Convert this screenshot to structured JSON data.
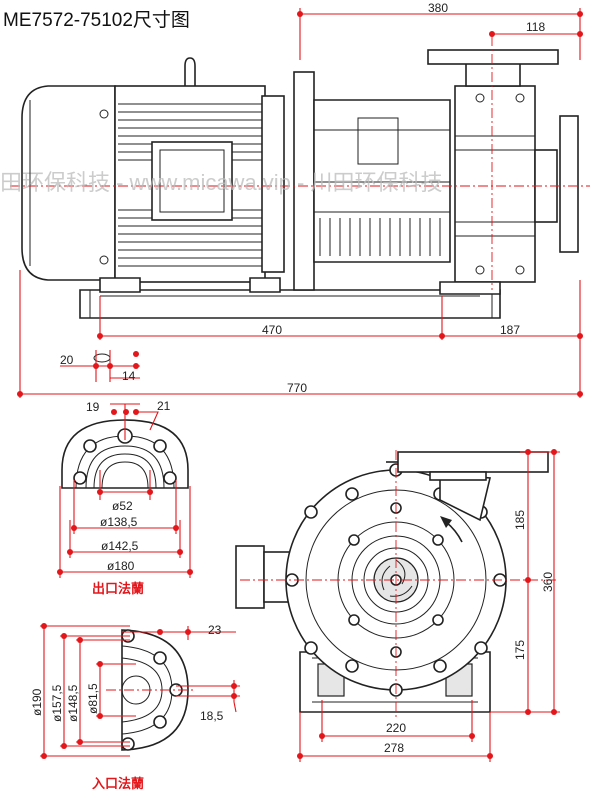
{
  "title": "ME7572-75102尺寸图",
  "watermark": "田环保科技 - www.micawa.vip - 川田环保科技",
  "side_view": {
    "dims": {
      "overall_discharge": "380",
      "discharge_offset": "118",
      "foot_span": "470",
      "suction_offset": "187",
      "foot_hole": "20",
      "foot_width": "14",
      "overall_length": "770"
    }
  },
  "outlet_flange": {
    "caption": "出口法蘭",
    "dims": {
      "bolt_offset": "19",
      "bolt_hole": "21",
      "d1": "ø52",
      "d2": "ø138,5",
      "d3": "ø142,5",
      "d4": "ø180"
    }
  },
  "inlet_flange": {
    "caption": "入口法蘭",
    "dims": {
      "d1": "ø190",
      "d2": "ø157,5",
      "d3": "ø148,5",
      "d4": "ø81,5",
      "thickness": "23",
      "bolt": "18,5"
    }
  },
  "front_view": {
    "dims": {
      "upper_height": "185",
      "total_height": "360",
      "lower_height": "175",
      "foot_inner": "220",
      "foot_outer": "278"
    }
  },
  "colors": {
    "dimension": "#e3161b",
    "outline": "#222222",
    "watermark": "#bbbbbb"
  }
}
